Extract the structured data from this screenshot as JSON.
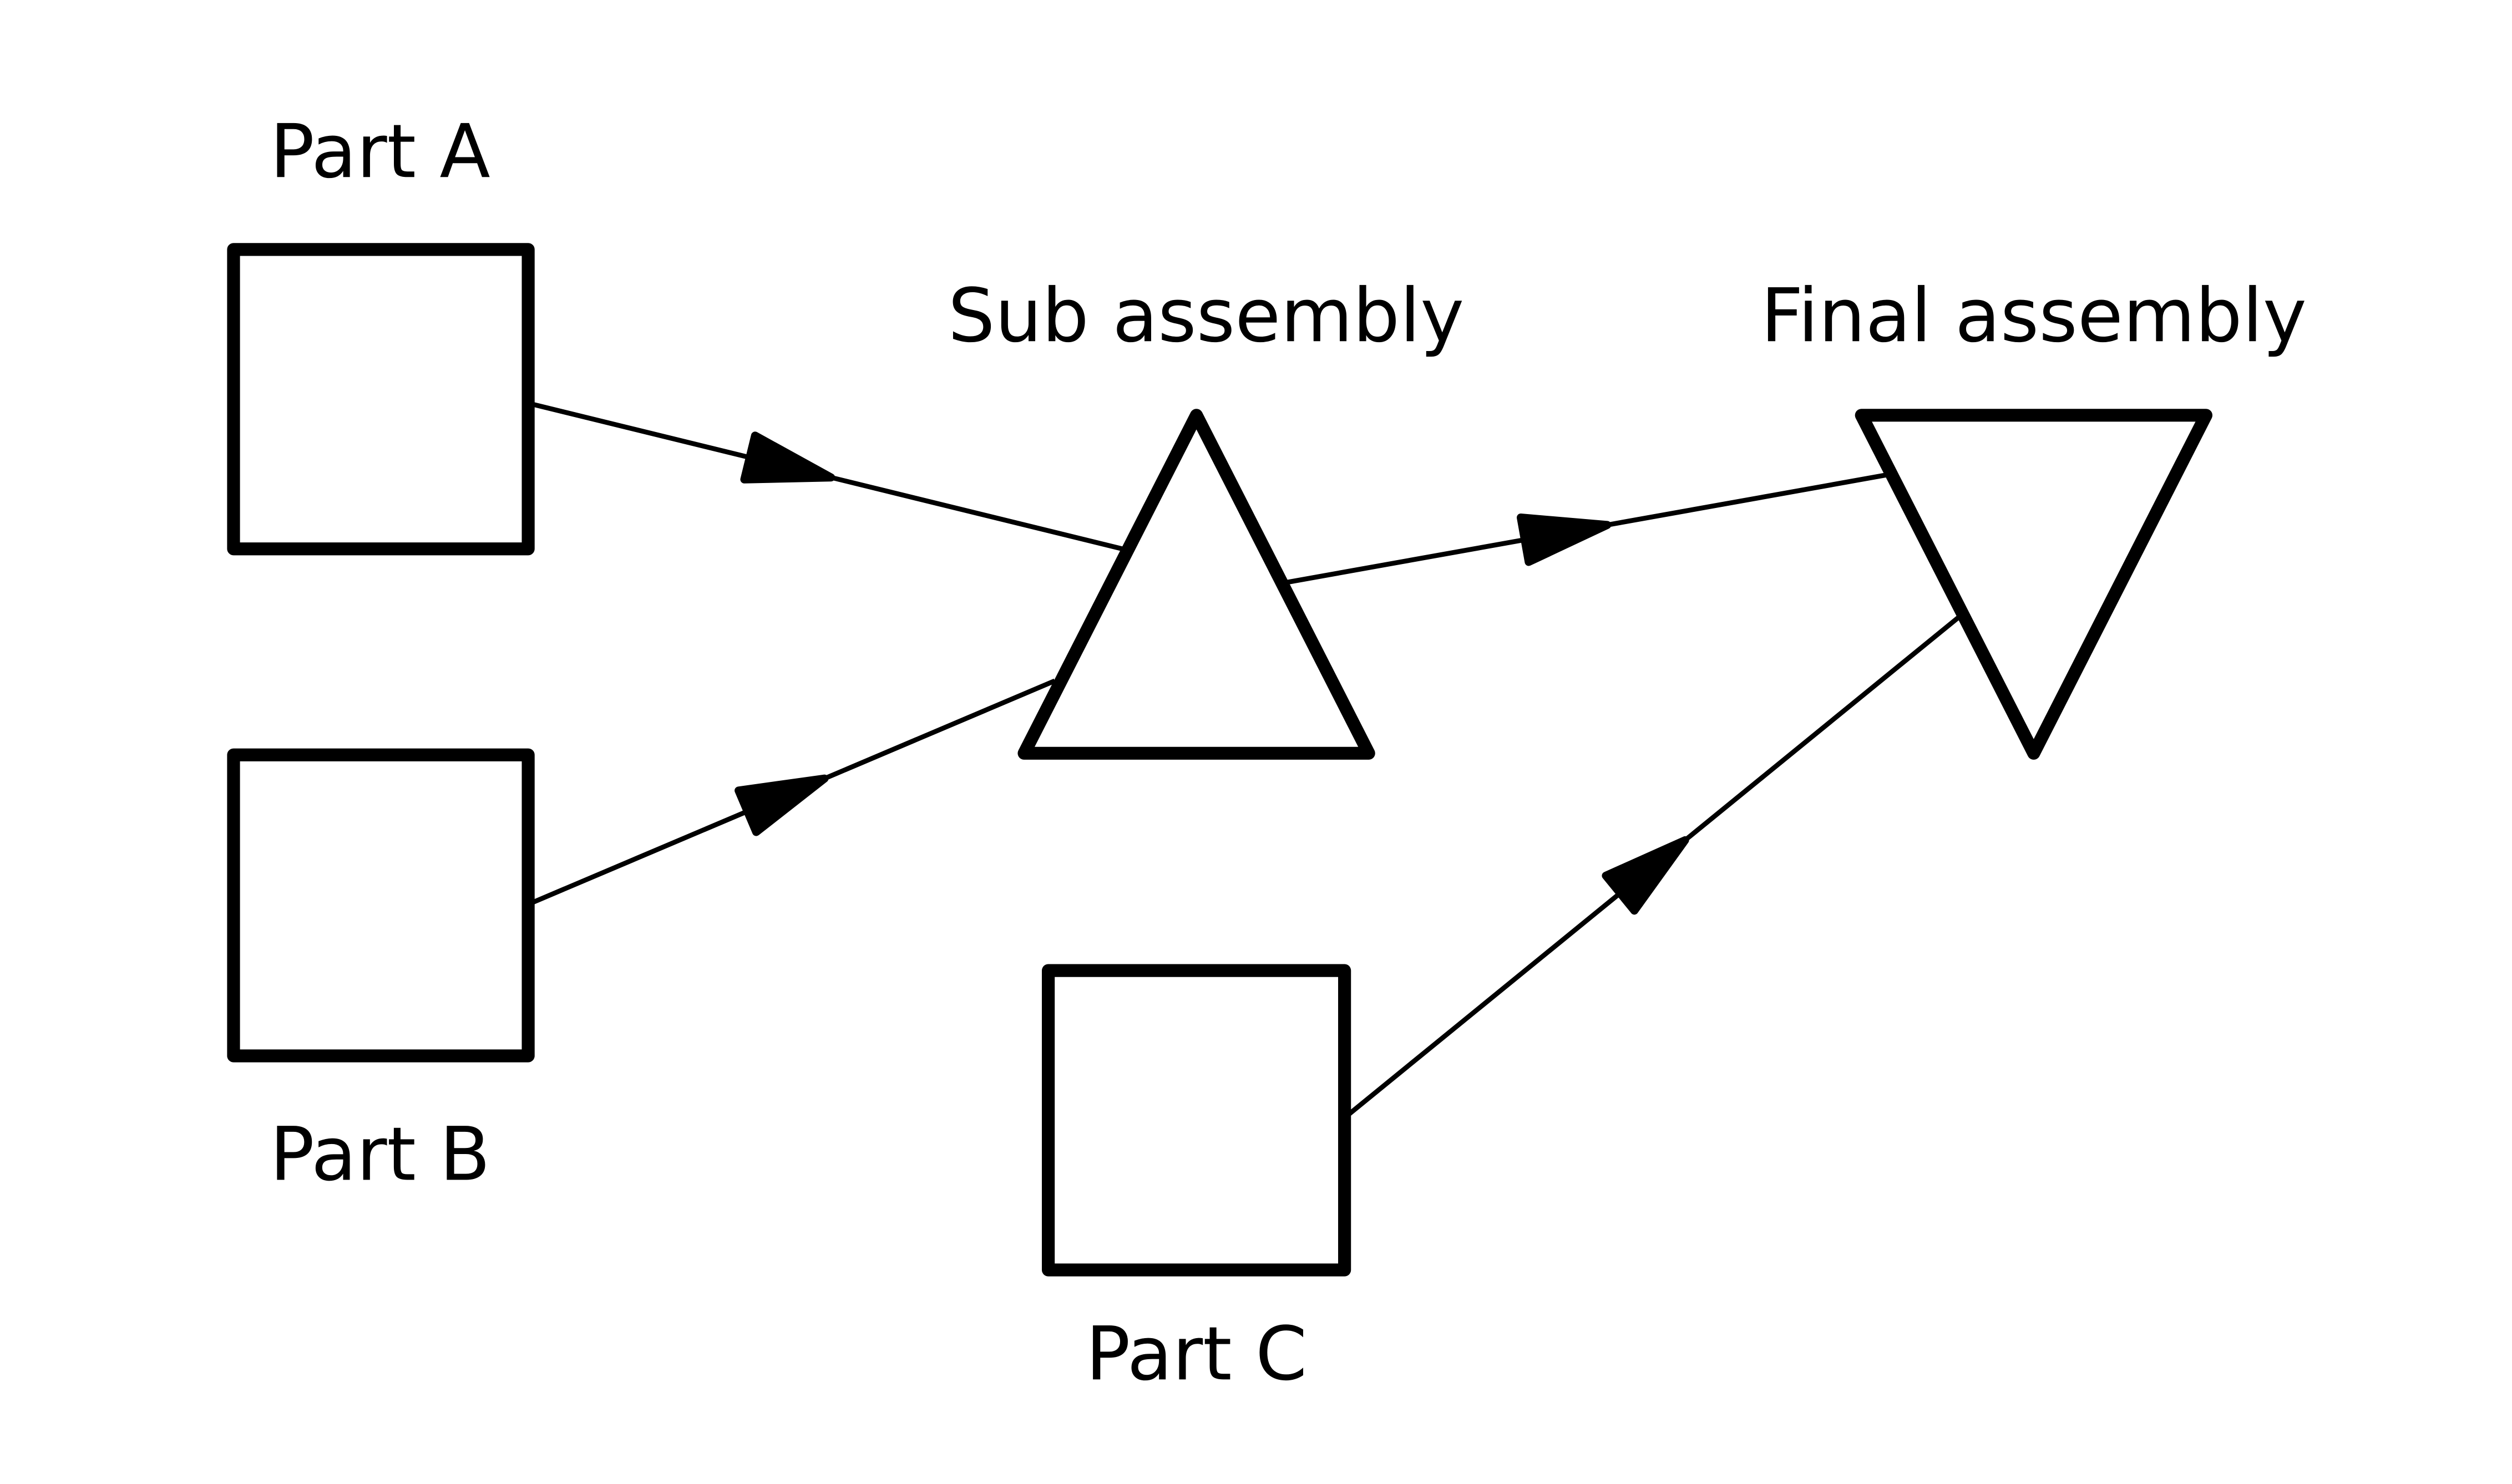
{
  "nodes": {
    "part_a": {
      "label": "Part A",
      "shape": "square"
    },
    "part_b": {
      "label": "Part B",
      "shape": "square"
    },
    "part_c": {
      "label": "Part C",
      "shape": "square"
    },
    "sub_assembly": {
      "label": "Sub assembly",
      "shape": "triangle-up"
    },
    "final_assembly": {
      "label": "Final assembly",
      "shape": "triangle-down"
    }
  },
  "edges": [
    {
      "from": "Part A",
      "to": "Sub assembly"
    },
    {
      "from": "Part B",
      "to": "Sub assembly"
    },
    {
      "from": "Sub assembly",
      "to": "Final assembly"
    },
    {
      "from": "Part C",
      "to": "Final assembly"
    }
  ],
  "colors": {
    "stroke": "#000000",
    "fill": "#ffffff"
  }
}
